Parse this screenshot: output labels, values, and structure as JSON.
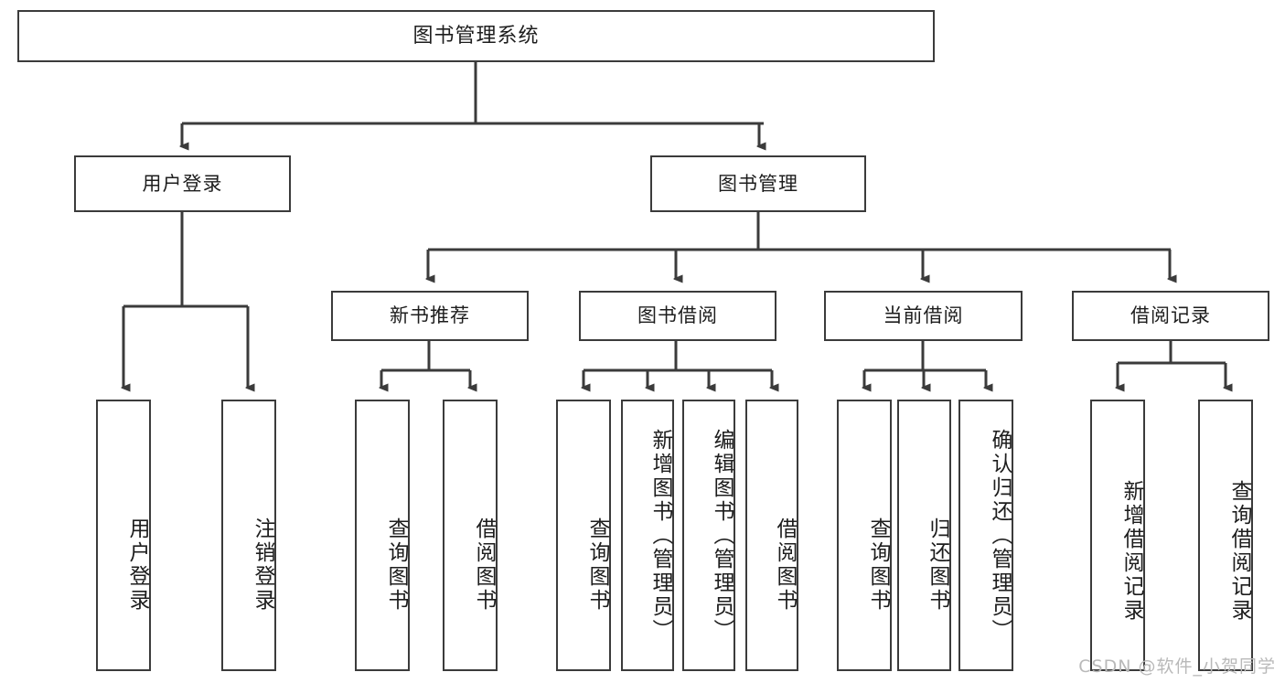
{
  "diagram": {
    "title": "图书管理系统",
    "type": "tree",
    "watermark": "CSDN @软件_小贺同学",
    "colors": {
      "stroke": "#3b3b3b",
      "fill": "#ffffff",
      "text": "#1d1d1d",
      "watermark": "#b9b9b9"
    },
    "root": {
      "label": "图书管理系统"
    },
    "level1": [
      {
        "label": "用户登录"
      },
      {
        "label": "图书管理"
      }
    ],
    "level2": [
      {
        "label": "新书推荐"
      },
      {
        "label": "图书借阅"
      },
      {
        "label": "当前借阅"
      },
      {
        "label": "借阅记录"
      }
    ],
    "leaves": {
      "user_login": [
        {
          "label": "用户登录"
        },
        {
          "label": "注销登录"
        }
      ],
      "new_book": [
        {
          "label": "查询图书"
        },
        {
          "label": "借阅图书"
        }
      ],
      "book_borrow": [
        {
          "label": "查询图书"
        },
        {
          "label": "新增图书（管理员）"
        },
        {
          "label": "编辑图书（管理员）"
        },
        {
          "label": "借阅图书"
        }
      ],
      "current_borrow": [
        {
          "label": "查询图书"
        },
        {
          "label": "归还图书"
        },
        {
          "label": "确认归还（管理员）"
        }
      ],
      "borrow_record": [
        {
          "label": "新增借阅记录"
        },
        {
          "label": "查询借阅记录"
        }
      ]
    }
  }
}
